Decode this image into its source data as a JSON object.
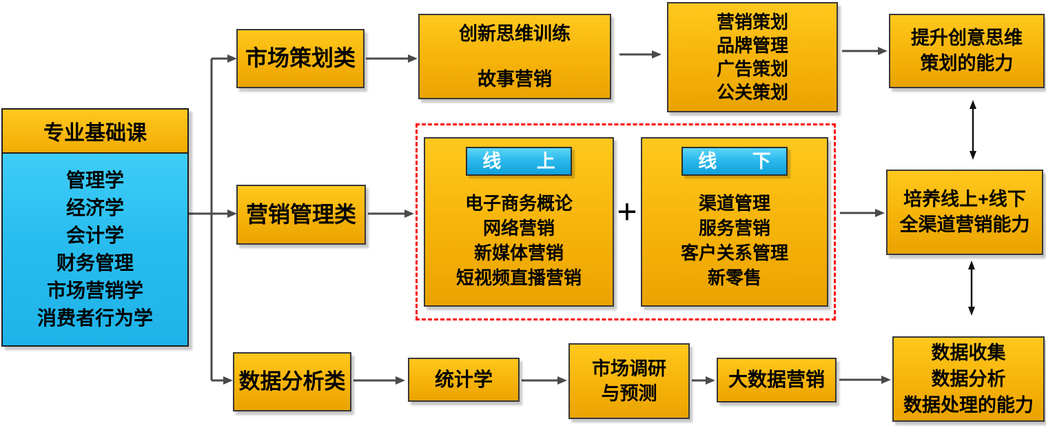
{
  "colors": {
    "gold_top": "#FFC81E",
    "gold_bottom": "#EAA302",
    "blue_top": "#3ECDF7",
    "blue_bottom": "#1EB2E8",
    "channel_header_blue_top": "#5CD6F8",
    "channel_header_blue_bottom": "#0FA2DC",
    "dashed_border_red": "#FF0000",
    "arrow_gray": "#4A4A4A",
    "arrow_black": "#111111"
  },
  "base_box": {
    "title": "专业基础课",
    "items": [
      "管理学",
      "经济学",
      "会计学",
      "财务管理",
      "市场营销学",
      "消费者行为学"
    ]
  },
  "row_planning": {
    "category": "市场策划类",
    "training_box": {
      "line1": "创新思维训练",
      "line2": "故事营销"
    },
    "outcome_box": {
      "items": [
        "营销策划",
        "品牌管理",
        "广告策划",
        "公关策划"
      ]
    },
    "ability_box": {
      "line1": "提升创意思维",
      "line2": "策划的能力"
    }
  },
  "row_marketing": {
    "category": "营销管理类",
    "online_box": {
      "header": "线 上",
      "items": [
        "电子商务概论",
        "网络营销",
        "新媒体营销",
        "短视频直播营销"
      ]
    },
    "plus_sign": "+",
    "offline_box": {
      "header": "线 下",
      "items": [
        "渠道管理",
        "服务营销",
        "客户关系管理",
        "新零售"
      ]
    },
    "ability_box": {
      "line1": "培养线上+线下",
      "line2": "全渠道营销能力"
    }
  },
  "row_data": {
    "category": "数据分析类",
    "stats_box": "统计学",
    "research_box": {
      "line1": "市场调研",
      "line2": "与预测"
    },
    "bigdata_box": "大数据营销",
    "ability_box": {
      "items": [
        "数据收集",
        "数据分析",
        "数据处理的能力"
      ]
    }
  }
}
